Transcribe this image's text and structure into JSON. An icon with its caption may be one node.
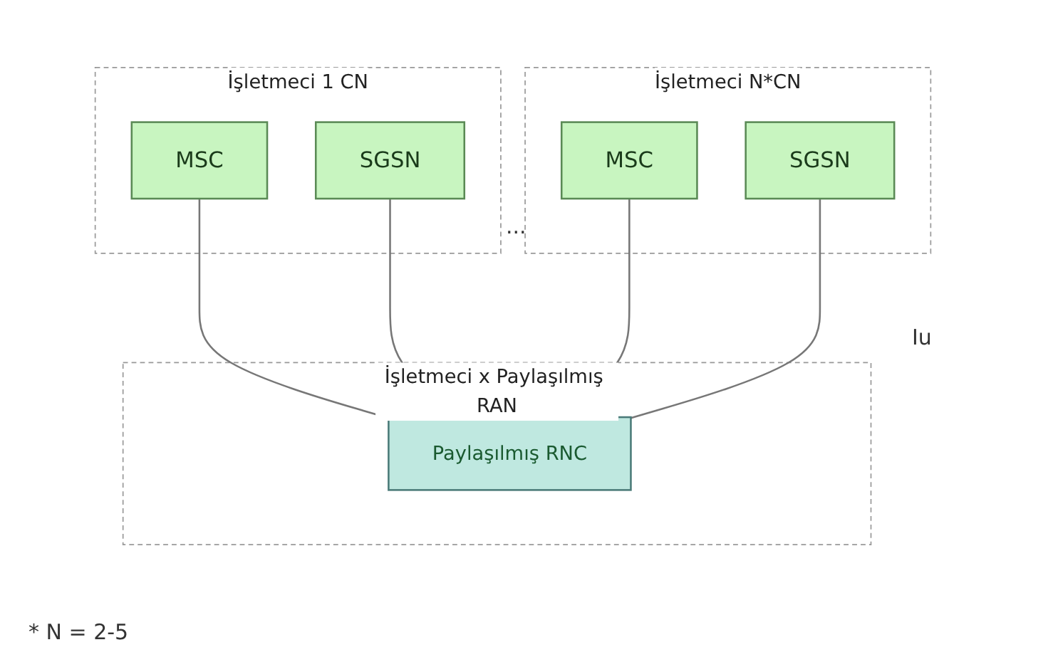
{
  "diagram": {
    "nodes": [
      {
        "text": [
          "İşletmeci 1 CN"
        ]
      },
      {
        "text": [
          "MSC"
        ],
        "in": 0
      },
      {
        "text": [
          "SGSN"
        ],
        "in": 0
      },
      {
        "text": [
          "İşletmeci N*CN"
        ]
      },
      {
        "text": [
          "MSC"
        ],
        "in": 3
      },
      {
        "text": [
          "SGSN"
        ],
        "in": 3
      },
      {
        "text": [
          "İşletmeci x Paylaşılmış RAN"
        ]
      },
      {
        "text": [
          "Paylaşılmış RNC"
        ],
        "in": 6
      }
    ],
    "edges": [
      {
        "from": 1,
        "to": 7,
        "arrow": "none"
      },
      {
        "from": 2,
        "to": 7,
        "arrow": "none"
      },
      {
        "from": 4,
        "to": 7,
        "arrow": "none"
      },
      {
        "from": 5,
        "to": 7,
        "arrow": "none"
      }
    ],
    "labels": [
      "...",
      "Iu",
      "* N = 2-5"
    ]
  }
}
